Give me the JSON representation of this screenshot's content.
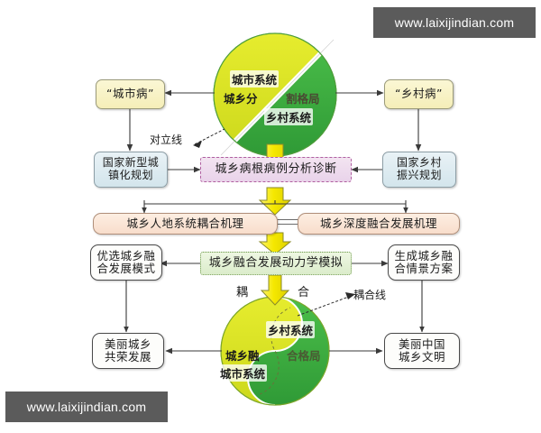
{
  "meta": {
    "title": "城乡融合发展研究技术路线图",
    "colors": {
      "urban_yellow": "#d9e021",
      "rural_green": "#3faa41",
      "arrow_yellow": "#f3e600",
      "arrow_border": "#8a8a2a",
      "pink_border": "#b05fa0",
      "line": "#4a4a4a"
    }
  },
  "top_circle": {
    "name": "城乡分割格局圆",
    "urban_label": "城市系统",
    "rural_label": "乡村系统",
    "split_label_left": "城乡分",
    "split_label_right": "割格局"
  },
  "bottom_circle": {
    "name": "城乡融合格局圆",
    "urban_label": "城市系统",
    "rural_label": "乡村系统",
    "split_label_left": "城乡融",
    "split_label_right": "合格局"
  },
  "labels": {
    "opposition_line": "对立线",
    "coupling_line": "耦合线",
    "coupling_left": "耦",
    "coupling_right": "合"
  },
  "nodes": {
    "urban_disease": "“城市病”",
    "rural_disease": "“乡村病”",
    "national_urbanization_plan": "国家新型城\n镇化规划",
    "national_rural_plan": "国家乡村\n振兴规划",
    "diagnosis": "城乡病根病例分析诊断",
    "coupling_mechanism": "城乡人地系统耦合机理",
    "integration_mechanism": "城乡深度融合发展机理",
    "dynamics_simulation": "城乡融合发展动力学模拟",
    "optimal_mode": "优选城乡融\n合发展模式",
    "scenario_plan": "生成城乡融\n合情景方案",
    "beautiful_cityscape": "美丽城乡\n共荣发展",
    "beautiful_china": "美丽中国\n城乡文明"
  },
  "watermark": {
    "top": "www.laixijindian.com",
    "bottom": "www.laixijindian.com"
  }
}
